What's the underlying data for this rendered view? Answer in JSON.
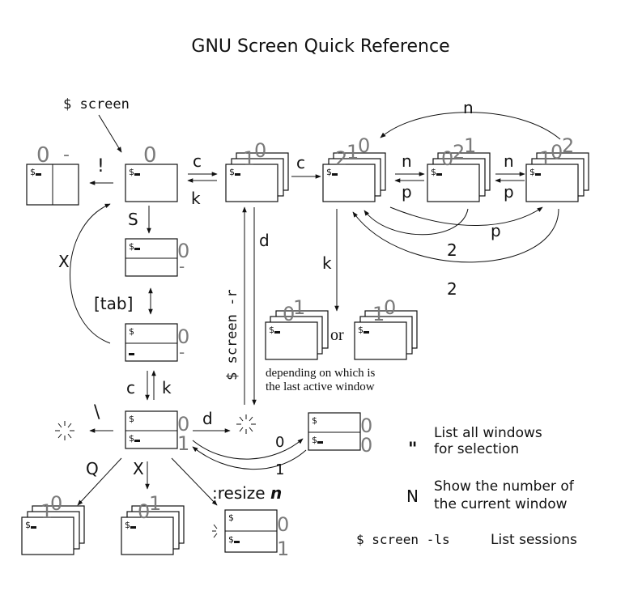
{
  "title": "GNU Screen Quick Reference",
  "commands": {
    "screen": "$ screen",
    "screen_r": "$ screen -r",
    "screen_ls": "$ screen -ls"
  },
  "prompt": "$",
  "keys": {
    "bang": "!",
    "c1": "c",
    "k1": "k",
    "c2": "c",
    "n1": "n",
    "p1": "p",
    "n2": "n",
    "p2": "p",
    "n_wrap": "n",
    "p_wrap": "p",
    "two_a": "2",
    "two_b": "2",
    "S": "S",
    "X_top": "X",
    "tab": "[tab]",
    "d_top": "d",
    "k_mid": "k",
    "c3": "c",
    "k3": "k",
    "backslash": "\\",
    "d_bottom": "d",
    "zero": "0",
    "one": "1",
    "Q": "Q",
    "X_bottom": "X",
    "resize": ":resize",
    "resize_arg": "n"
  },
  "numbers": {
    "w0": "0",
    "w1": "1",
    "w2": "2",
    "dash": "-"
  },
  "labels": {
    "or": "or",
    "depending_1": "depending on which is",
    "depending_2": "the last active window"
  },
  "legend": {
    "quote_key": "\"",
    "quote_desc_1": "List all windows",
    "quote_desc_2": "for selection",
    "n_key": "N",
    "n_desc_1": "Show the number of",
    "n_desc_2": "the current window",
    "ls_desc": "List sessions"
  }
}
